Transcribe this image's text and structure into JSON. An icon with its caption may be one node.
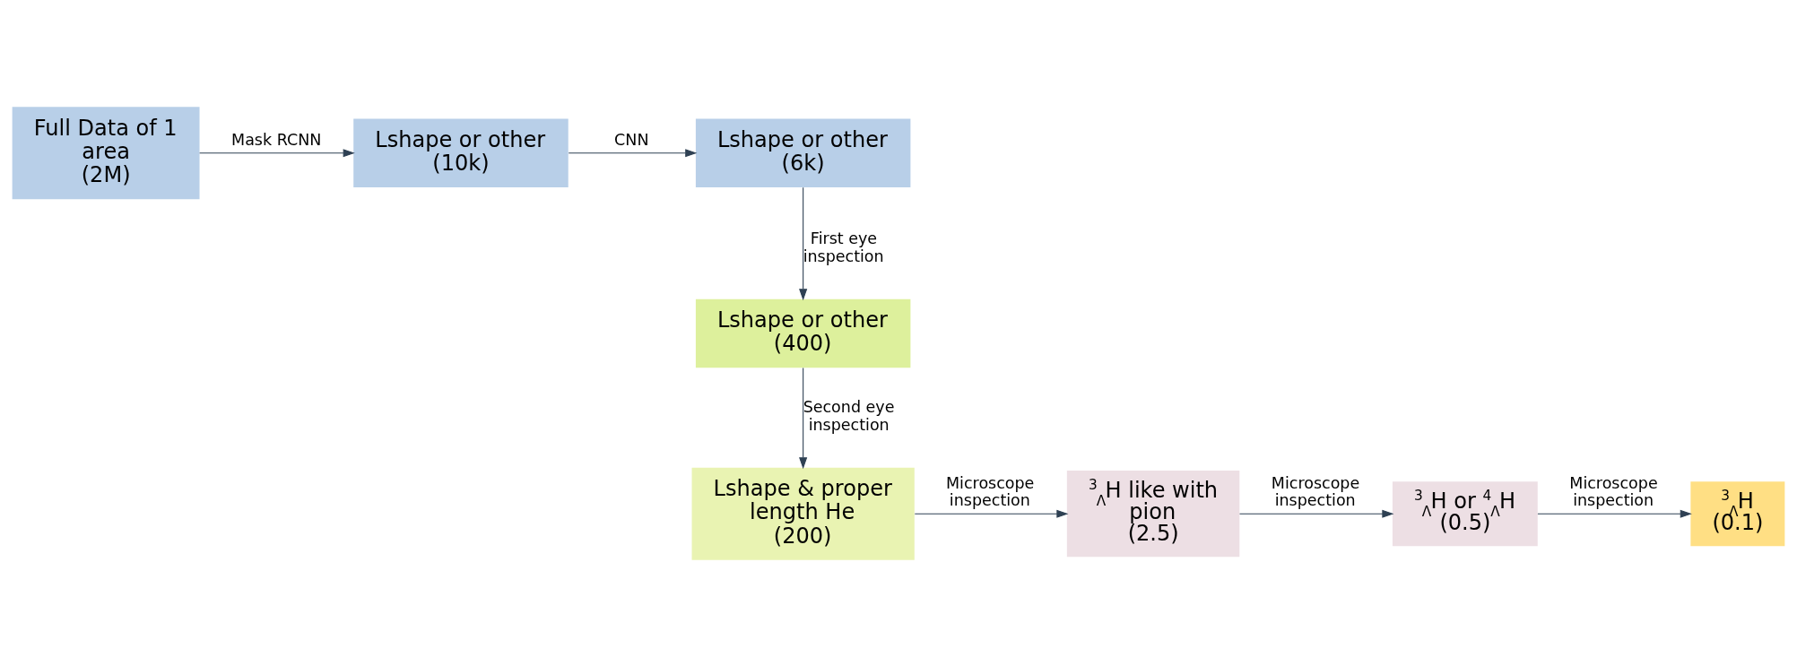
{
  "diagram": {
    "nodes": [
      {
        "text": [
          "Full Data of 1 area",
          "(2M)"
        ]
      },
      {
        "text": [
          "Lshape or other",
          "(10k)"
        ]
      },
      {
        "text": [
          "Lshape or other",
          "(6k)"
        ]
      },
      {
        "text": [
          "Lshape or other",
          "(400)"
        ]
      },
      {
        "text": [
          "Lshape & proper length He",
          "(200)"
        ]
      },
      {
        "text": [
          "$^{3}$$_{Λ}$H like with pion",
          "(2.5)"
        ]
      },
      {
        "text": [
          "$^{3}$$_{Λ}$H or $^{4}$$_{Λ}$H",
          "(0.5)"
        ]
      },
      {
        "text": [
          "$^{3}$$_{Λ}$H",
          "(0.1)"
        ]
      }
    ],
    "edges": [
      {
        "from": 0,
        "to": 1,
        "arrow": "to",
        "label": "Mask RCNN"
      },
      {
        "from": 1,
        "to": 2,
        "arrow": "to",
        "label": "CNN"
      },
      {
        "from": 2,
        "to": 3,
        "arrow": "to",
        "label": "First eye inspection"
      },
      {
        "from": 3,
        "to": 4,
        "arrow": "to",
        "label": "Second eye inspection"
      },
      {
        "from": 4,
        "to": 5,
        "arrow": "to",
        "label": "Microscope inspection"
      },
      {
        "from": 5,
        "to": 6,
        "arrow": "to",
        "label": "Microscope inspection"
      },
      {
        "from": 6,
        "to": 7,
        "arrow": "to",
        "label": "Microscope inspection"
      }
    ]
  }
}
